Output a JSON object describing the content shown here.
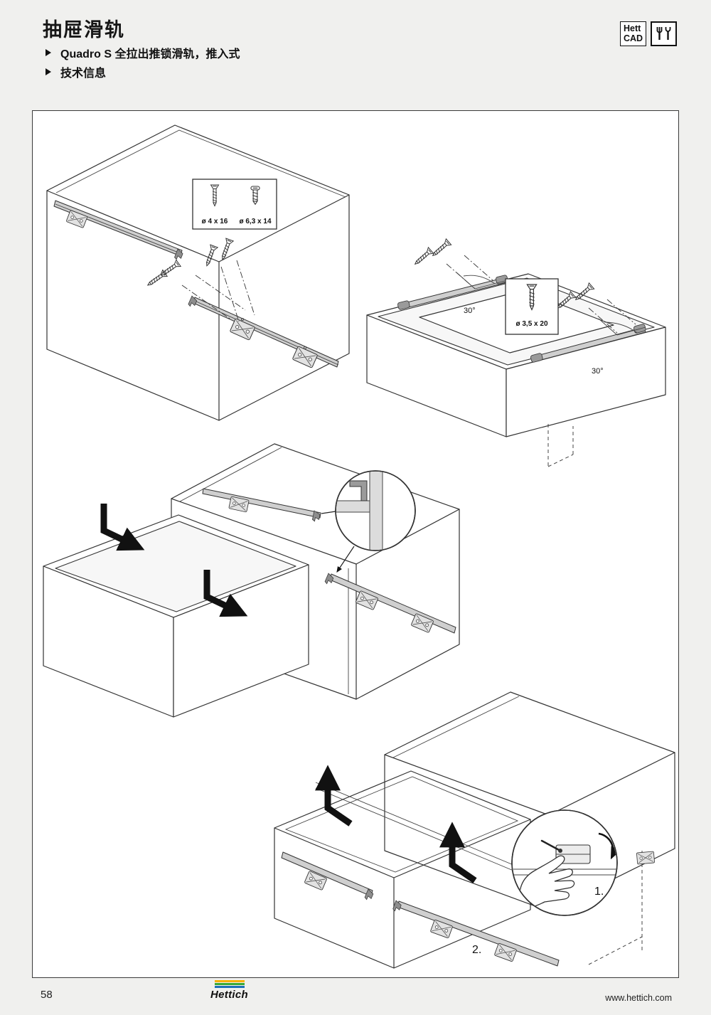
{
  "header": {
    "title": "抽屉滑轨",
    "bullet1": "Quadro S 全拉出推锁滑轨，推入式",
    "bullet2": "技术信息",
    "hettcad_line1": "Hett",
    "hettcad_line2": "CAD"
  },
  "figures": {
    "fig1": {
      "screw_small": "ø 4 x 16",
      "screw_large": "ø 6,3 x 14"
    },
    "fig2": {
      "screw": "ø 3,5 x 20",
      "angle_left": "30°",
      "angle_right": "30°"
    },
    "fig4": {
      "step_1": "1.",
      "step_2": "2."
    }
  },
  "footer": {
    "page_number": "58",
    "brand": "Hettich",
    "website": "www.hettich.com",
    "brand_colors": [
      "#f8b100",
      "#3aaa35",
      "#1d71b8"
    ]
  }
}
